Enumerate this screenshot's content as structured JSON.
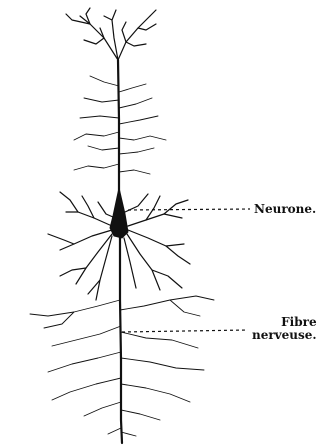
{
  "labels": {
    "neurone": "Neurone.",
    "fibre_line1": "Fibre",
    "fibre_line2": "nerveuse."
  }
}
